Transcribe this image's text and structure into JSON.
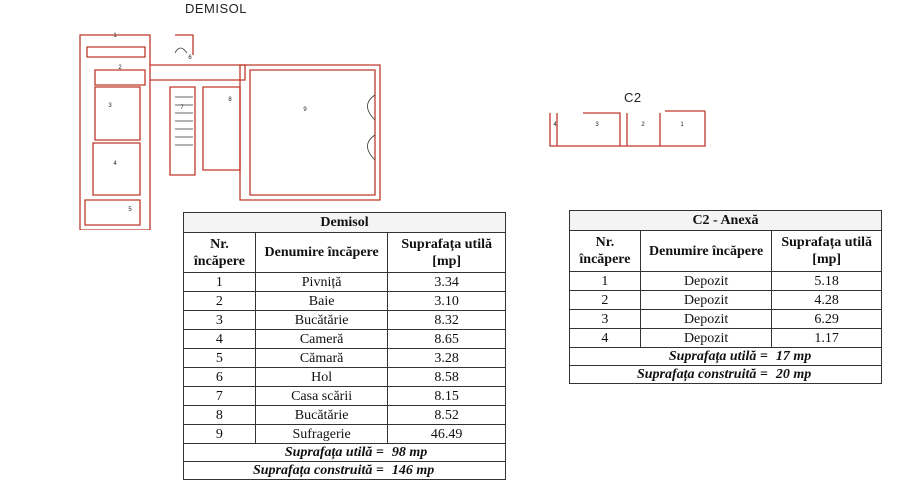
{
  "demisol_plan": {
    "title": "DEMISOL",
    "rooms": [
      "1",
      "2",
      "3",
      "4",
      "5",
      "6",
      "7",
      "8",
      "9"
    ],
    "wall_color": "#c0392b"
  },
  "c2_plan": {
    "title": "C2",
    "rooms": [
      "4",
      "3",
      "2",
      "1"
    ]
  },
  "demisol_table": {
    "title": "Demisol",
    "headers": [
      "Nr. încăpere",
      "Denumire încăpere",
      "Suprafața utilă [mp]"
    ],
    "rows": [
      [
        "1",
        "Pivniță",
        "3.34"
      ],
      [
        "2",
        "Baie",
        "3.10"
      ],
      [
        "3",
        "Bucătărie",
        "8.32"
      ],
      [
        "4",
        "Cameră",
        "8.65"
      ],
      [
        "5",
        "Cămară",
        "3.28"
      ],
      [
        "6",
        "Hol",
        "8.58"
      ],
      [
        "7",
        "Casa scării",
        "8.15"
      ],
      [
        "8",
        "Bucătărie",
        "8.52"
      ],
      [
        "9",
        "Sufragerie",
        "46.49"
      ]
    ],
    "useful_label": "Suprafața utilă =",
    "useful_value": "98 mp",
    "built_label": "Suprafața construită =",
    "built_value": "146 mp"
  },
  "c2_table": {
    "title": "C2 - Anexă",
    "headers": [
      "Nr. încăpere",
      "Denumire încăpere",
      "Suprafața utilă [mp]"
    ],
    "rows": [
      [
        "1",
        "Depozit",
        "5.18"
      ],
      [
        "2",
        "Depozit",
        "4.28"
      ],
      [
        "3",
        "Depozit",
        "6.29"
      ],
      [
        "4",
        "Depozit",
        "1.17"
      ]
    ],
    "useful_label": "Suprafața utilă =",
    "useful_value": "17 mp",
    "built_label": "Suprafața construită =",
    "built_value": "20 mp"
  }
}
